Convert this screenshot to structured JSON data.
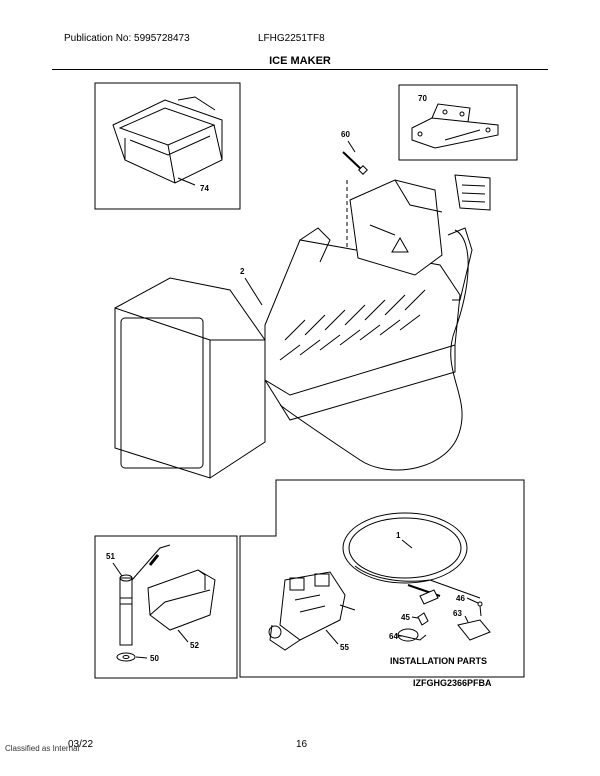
{
  "header": {
    "publication": "Publication No: 5995728473",
    "model": "LFHG2251TF8",
    "title": "ICE MAKER"
  },
  "callouts": [
    {
      "id": "74",
      "part": "ice-bucket"
    },
    {
      "id": "70",
      "part": "bracket"
    },
    {
      "id": "60",
      "part": "screw"
    },
    {
      "id": "2",
      "part": "ice-maker-assembly"
    },
    {
      "id": "1",
      "part": "water-tube"
    },
    {
      "id": "51",
      "part": "fill-tube"
    },
    {
      "id": "52",
      "part": "cover"
    },
    {
      "id": "50",
      "part": "washer"
    },
    {
      "id": "55",
      "part": "water-valve"
    },
    {
      "id": "45",
      "part": "fitting"
    },
    {
      "id": "46",
      "part": "screw"
    },
    {
      "id": "63",
      "part": "clamp"
    },
    {
      "id": "64",
      "part": "clamp"
    }
  ],
  "kit_label": "INSTALLATION PARTS",
  "kit_code": "IZFGHG2366PFBA",
  "footer": {
    "date": "03/22",
    "classification": "Classified as Internal",
    "page": "16"
  }
}
